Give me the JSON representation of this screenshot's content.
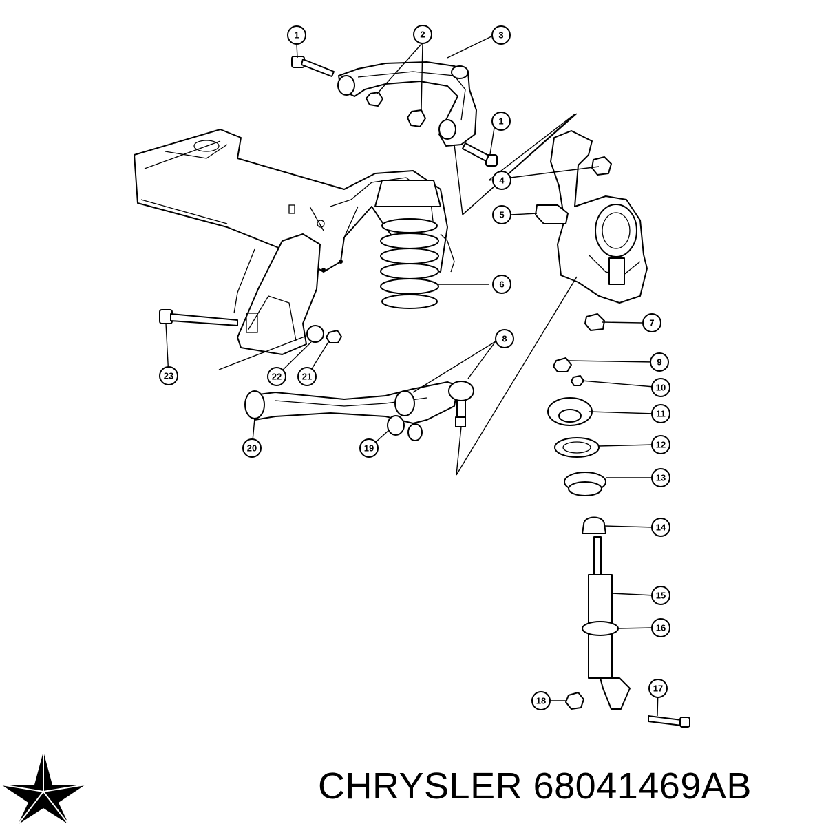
{
  "callouts": [
    {
      "id": "c1a",
      "label": "1"
    },
    {
      "id": "c2",
      "label": "2"
    },
    {
      "id": "c3",
      "label": "3"
    },
    {
      "id": "c1b",
      "label": "1"
    },
    {
      "id": "c4",
      "label": "4"
    },
    {
      "id": "c5",
      "label": "5"
    },
    {
      "id": "c6",
      "label": "6"
    },
    {
      "id": "c7",
      "label": "7"
    },
    {
      "id": "c8",
      "label": "8"
    },
    {
      "id": "c9",
      "label": "9"
    },
    {
      "id": "c10",
      "label": "10"
    },
    {
      "id": "c11",
      "label": "11"
    },
    {
      "id": "c12",
      "label": "12"
    },
    {
      "id": "c13",
      "label": "13"
    },
    {
      "id": "c14",
      "label": "14"
    },
    {
      "id": "c15",
      "label": "15"
    },
    {
      "id": "c16",
      "label": "16"
    },
    {
      "id": "c17",
      "label": "17"
    },
    {
      "id": "c18",
      "label": "18"
    },
    {
      "id": "c19",
      "label": "19"
    },
    {
      "id": "c20",
      "label": "20"
    },
    {
      "id": "c21",
      "label": "21"
    },
    {
      "id": "c22",
      "label": "22"
    },
    {
      "id": "c23",
      "label": "23"
    }
  ],
  "brand": {
    "caption": "CHRYSLER 68041469AB",
    "logo_icon": "pentastar-icon",
    "logo_color": "#000000"
  }
}
